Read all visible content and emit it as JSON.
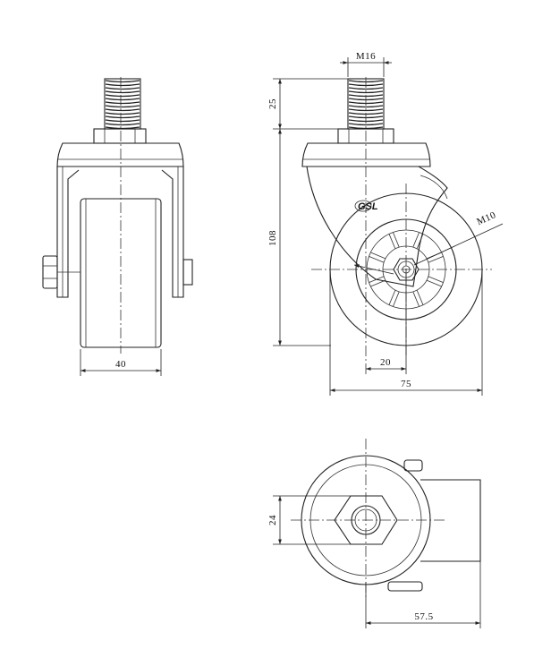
{
  "drawing": {
    "subject": "swivel caster with threaded stem",
    "logo_text": "GSL",
    "dimensions": {
      "thread": "M16",
      "stem_length": "25",
      "height": "108",
      "axle": "M10",
      "wheel_width": "40",
      "offset": "20",
      "wheel_diameter": "75",
      "hex_size": "24",
      "swivel_radius": "57.5"
    }
  }
}
